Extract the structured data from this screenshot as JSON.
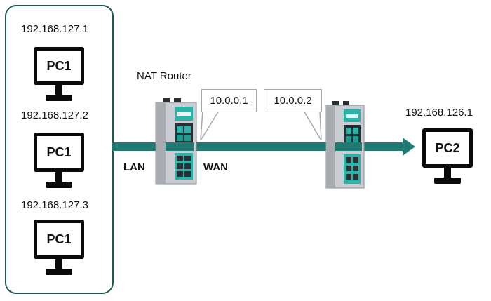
{
  "lan_pcs": [
    {
      "ip": "192.168.127.1",
      "name": "PC1"
    },
    {
      "ip": "192.168.127.2",
      "name": "PC1"
    },
    {
      "ip": "192.168.127.3",
      "name": "PC1"
    }
  ],
  "nat_router": {
    "title": "NAT Router",
    "lan_label": "LAN",
    "wan_label": "WAN"
  },
  "callouts": {
    "left": "10.0.0.1",
    "right": "10.0.0.2"
  },
  "remote_pc": {
    "ip": "192.168.126.1",
    "name": "PC2"
  },
  "colors": {
    "link": "#1f7a73",
    "device_body": "#c9ccd0",
    "device_accent": "#2ab3a6",
    "device_dark": "#2a2f36",
    "group_border": "#1e5a55"
  }
}
